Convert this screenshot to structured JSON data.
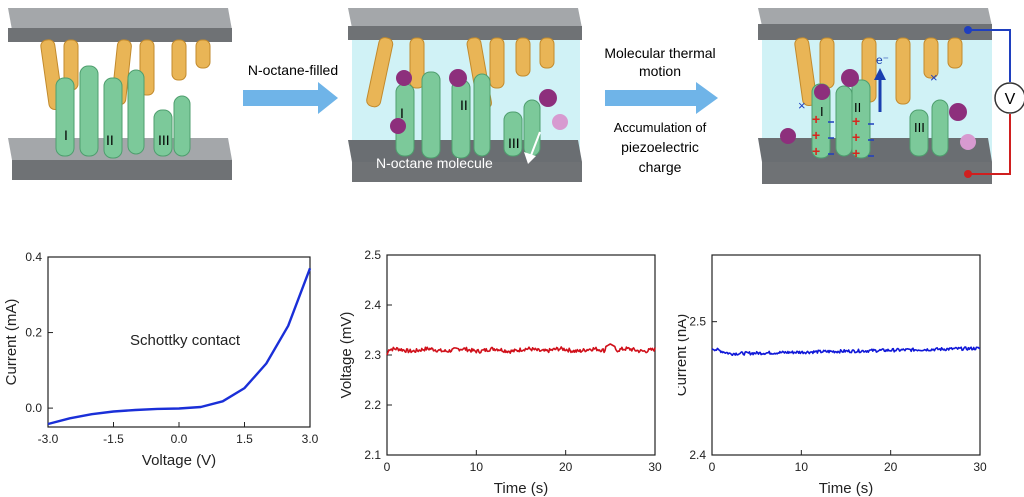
{
  "colors": {
    "plate": "#808386",
    "plate_top": "#a4a7aa",
    "plate_dark": "#5d6063",
    "fiber_gold": "#e9b556",
    "fiber_gold_dark": "#c28a2c",
    "fiber_green": "#7cc99a",
    "fiber_green_dark": "#4e9e6e",
    "liquid": "#c8f0f5",
    "molecule": "#8d2f7c",
    "arrow": "#6fb4e8",
    "electron": "#1a3fb0",
    "plus": "#d8261f",
    "wire_top": "#1f3fbf",
    "wire_bottom": "#d01f1f",
    "voltage_trace": "#d0101a",
    "current_trace": "#1018d8",
    "iv_trace": "#1a2fd8"
  },
  "diagram": {
    "panel1_labels": [
      "I",
      "II",
      "III"
    ],
    "arrow1_label": "N-octane-filled",
    "panel2_labels": [
      "I",
      "II",
      "III"
    ],
    "panel2_molecule_label": "N-octane molecule",
    "arrow2_label_top": [
      "Molecular thermal",
      "motion"
    ],
    "arrow2_label_bottom": [
      "Accumulation of",
      "piezoelectric",
      "charge"
    ],
    "panel3_labels": [
      "I",
      "II",
      "III"
    ],
    "electron_label": "e⁻",
    "meter_label": "V",
    "cross_symbol": "×"
  },
  "chart_data": [
    {
      "type": "line",
      "title": "",
      "annotation": "Schottky contact",
      "xlabel": "Voltage (V)",
      "ylabel": "Current (mA)",
      "xlim": [
        -3.0,
        3.0
      ],
      "ylim": [
        -0.05,
        0.4
      ],
      "xticks": [
        "-3.0",
        "-1.5",
        "0.0",
        "1.5",
        "3.0"
      ],
      "xtick_values": [
        -3.0,
        -1.5,
        0.0,
        1.5,
        3.0
      ],
      "yticks": [
        "0.0",
        "0.2",
        "0.4"
      ],
      "ytick_values": [
        0.0,
        0.2,
        0.4
      ],
      "series": [
        {
          "x": [
            -3.0,
            -2.5,
            -2.0,
            -1.5,
            -1.0,
            -0.5,
            0.0,
            0.5,
            1.0,
            1.5,
            2.0,
            2.5,
            3.0
          ],
          "y": [
            -0.042,
            -0.027,
            -0.016,
            -0.009,
            -0.005,
            -0.002,
            -0.001,
            0.003,
            0.018,
            0.053,
            0.118,
            0.218,
            0.37
          ],
          "color": "#1a2fd8"
        }
      ]
    },
    {
      "type": "line",
      "title": "",
      "xlabel": "Time (s)",
      "ylabel": "Voltage (mV)",
      "xlim": [
        0,
        30
      ],
      "ylim": [
        2.1,
        2.5
      ],
      "xticks": [
        "0",
        "10",
        "20",
        "30"
      ],
      "xtick_values": [
        0,
        10,
        20,
        30
      ],
      "yticks": [
        "2.1",
        "2.2",
        "2.3",
        "2.4",
        "2.5"
      ],
      "ytick_values": [
        2.1,
        2.2,
        2.3,
        2.4,
        2.5
      ],
      "series": [
        {
          "mean": 2.31,
          "noise": 0.004,
          "spike_x": 25.0,
          "spike_y": 2.322,
          "color": "#d0101a"
        }
      ]
    },
    {
      "type": "line",
      "title": "",
      "xlabel": "Time (s)",
      "ylabel": "Current (nA)",
      "xlim": [
        0,
        30
      ],
      "ylim": [
        2.4,
        2.55
      ],
      "xticks": [
        "0",
        "10",
        "20",
        "30"
      ],
      "xtick_values": [
        0,
        10,
        20,
        30
      ],
      "yticks": [
        "2.4",
        "2.5"
      ],
      "ytick_values": [
        2.4,
        2.5
      ],
      "series": [
        {
          "start": 2.48,
          "dip": 2.476,
          "end": 2.48,
          "noise": 0.0012,
          "color": "#1018d8"
        }
      ]
    }
  ]
}
